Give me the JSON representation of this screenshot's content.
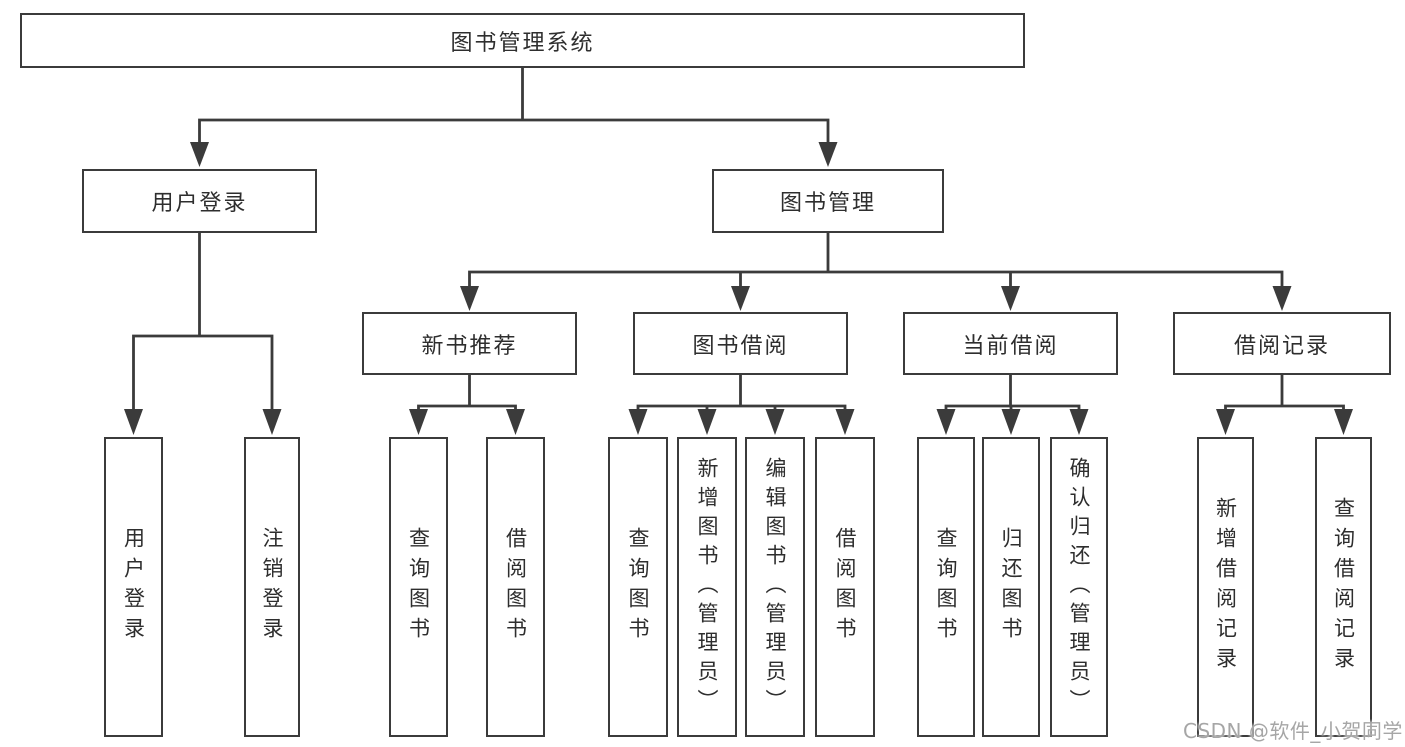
{
  "watermark": "CSDN @软件_小贺同学",
  "tree": {
    "root": "图书管理系统",
    "user_login": {
      "label": "用户登录",
      "children": [
        "用户登录",
        "注销登录"
      ]
    },
    "book_mgmt": {
      "label": "图书管理",
      "modules": {
        "new_books": {
          "label": "新书推荐",
          "children": [
            "查询图书",
            "借阅图书"
          ]
        },
        "book_borrow": {
          "label": "图书借阅",
          "children": [
            "查询图书",
            "新增图书（管理员）",
            "编辑图书（管理员）",
            "借阅图书"
          ]
        },
        "current_borrow": {
          "label": "当前借阅",
          "children": [
            "查询图书",
            "归还图书",
            "确认归还（管理员）"
          ]
        },
        "borrow_records": {
          "label": "借阅记录",
          "children": [
            "新增借阅记录",
            "查询借阅记录"
          ]
        }
      }
    }
  }
}
